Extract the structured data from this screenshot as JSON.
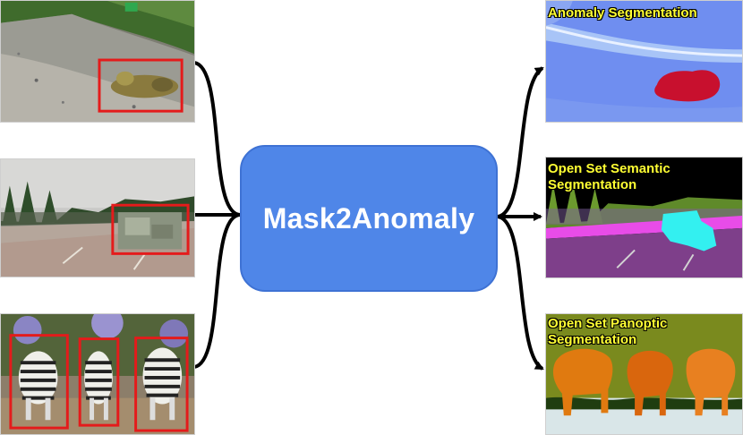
{
  "center": {
    "label": "Mask2Anomaly"
  },
  "inputs": [
    {
      "icon": "sloth-road-photo"
    },
    {
      "icon": "synthetic-road-scene"
    },
    {
      "icon": "zebras-photo"
    }
  ],
  "outputs": [
    {
      "label": "Anomaly Segmentation",
      "icon": "anomaly-heatmap"
    },
    {
      "label_line1": "Open Set Semantic",
      "label_line2": "Segmentation",
      "icon": "semantic-map"
    },
    {
      "label_line1": "Open Set Panoptic",
      "label_line2": "Segmentation",
      "icon": "panoptic-map"
    }
  ],
  "colors": {
    "box_fill": "#4f86e8",
    "detection_box": "#e41b1b",
    "label_text": "#ffff33",
    "anomaly": "#c8102e",
    "road_semantic": "#7e3f8a",
    "unknown_semantic": "#33f0f0",
    "zebra_panoptic": "#e07a10"
  }
}
